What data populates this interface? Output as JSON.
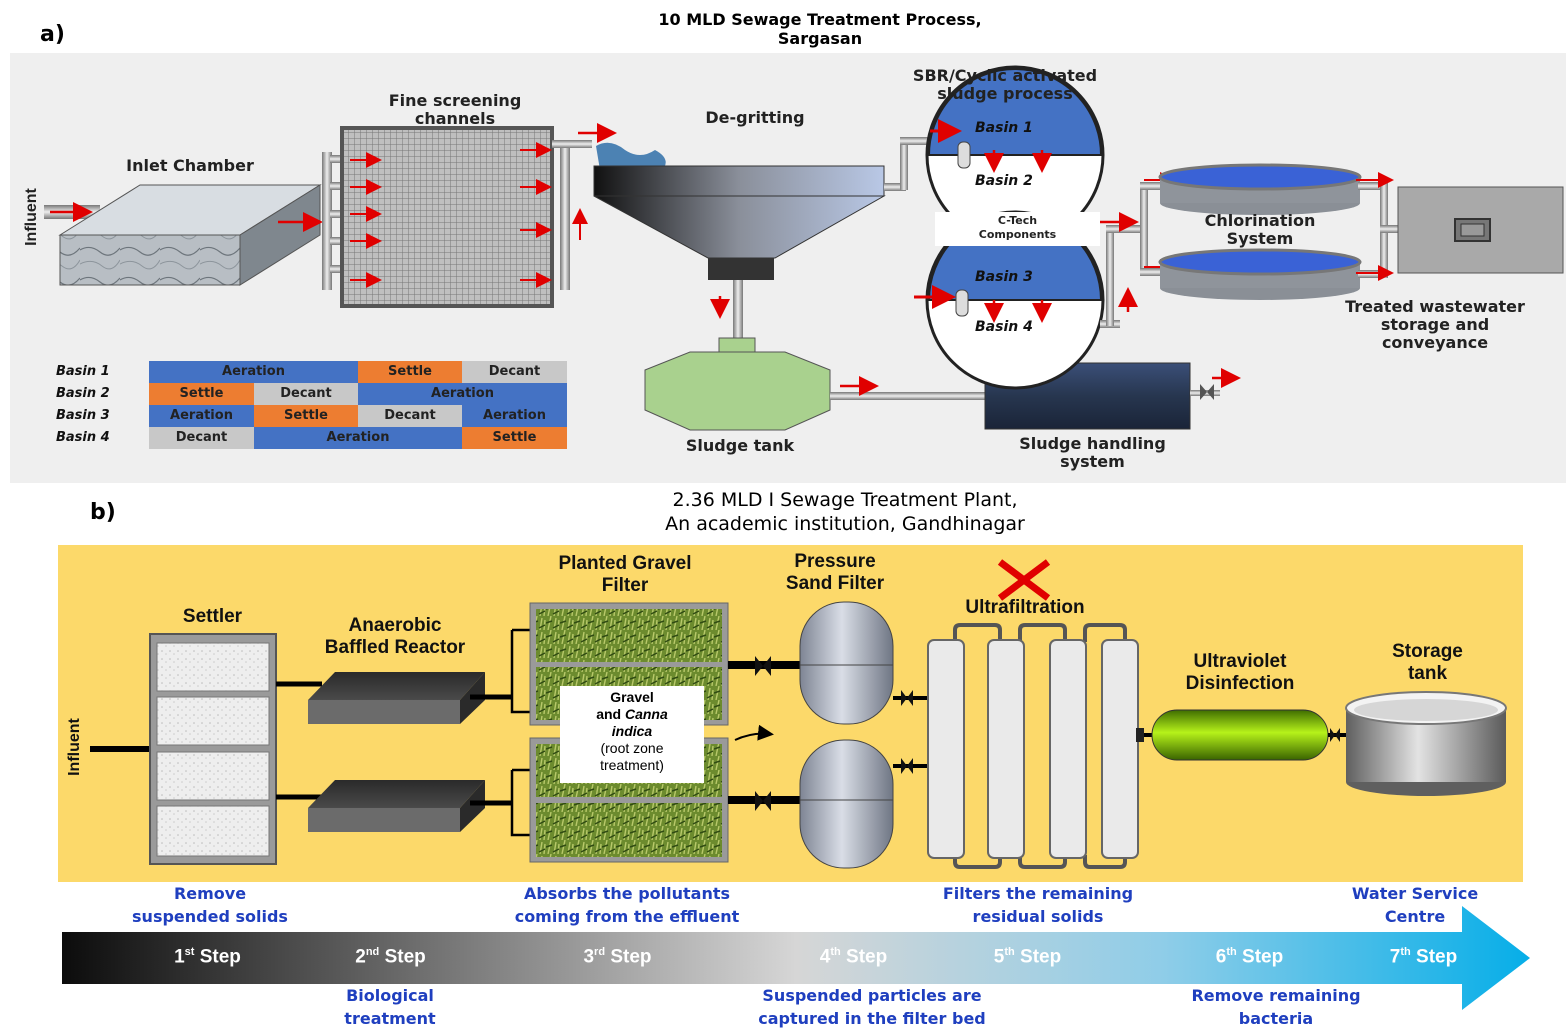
{
  "panel_a": {
    "label": "a)",
    "title_line1": "10 MLD Sewage Treatment Process,",
    "title_line2": "Sargasan",
    "influent": "Influent",
    "inlet_chamber": "Inlet Chamber",
    "fine_screening_1": "Fine screening",
    "fine_screening_2": "channels",
    "degritting": "De-gritting",
    "sbr_1": "SBR/Cyclic activated",
    "sbr_2": "sludge process",
    "basin1": "Basin 1",
    "basin2": "Basin 2",
    "basin3": "Basin 3",
    "basin4": "Basin 4",
    "ctech_1": "C-Tech",
    "ctech_2": "Components",
    "chlorination_1": "Chlorination",
    "chlorination_2": "System",
    "treated_1": "Treated wastewater",
    "treated_2": "storage and",
    "treated_3": "conveyance",
    "sludge_tank": "Sludge tank",
    "sludge_handling_1": "Sludge handling",
    "sludge_handling_2": "system",
    "schedule": {
      "rows": [
        {
          "label": "Basin 1",
          "phases": [
            "Aeration",
            "Settle",
            "Decant"
          ]
        },
        {
          "label": "Basin 2",
          "phases": [
            "Settle",
            "Decant",
            "Aeration"
          ]
        },
        {
          "label": "Basin 3",
          "phases": [
            "Aeration",
            "Settle",
            "Decant",
            "Aeration"
          ]
        },
        {
          "label": "Basin 4",
          "phases": [
            "Decant",
            "Aeration",
            "Settle"
          ]
        }
      ]
    },
    "colors": {
      "aeration": "#4472c4",
      "settle": "#ed7d31",
      "decant": "#c8c8c8",
      "arrow": "#e00000"
    }
  },
  "panel_b": {
    "label": "b)",
    "title_line1": "2.36 MLD I Sewage Treatment Plant,",
    "title_line2": "An academic institution, Gandhinagar",
    "influent": "Influent",
    "settler": "Settler",
    "abr_1": "Anaerobic",
    "abr_2": "Baffled Reactor",
    "pgf_1": "Planted Gravel",
    "pgf_2": "Filter",
    "psf_1": "Pressure",
    "psf_2": "Sand Filter",
    "uf": "Ultrafiltration",
    "uv_1": "Ultraviolet",
    "uv_2": "Disinfection",
    "storage_1": "Storage",
    "storage_2": "tank",
    "gravel_1": "Gravel",
    "gravel_2a": "and ",
    "gravel_2b": "Canna",
    "gravel_3": "indica",
    "gravel_4": "(root zone",
    "gravel_5": "treatment)",
    "background": "#fcd96a"
  },
  "steps": {
    "top_notes": [
      {
        "l1": "Remove",
        "l2": "suspended solids"
      },
      {
        "l1": "Absorbs the pollutants",
        "l2": "coming from the effluent"
      },
      {
        "l1": "Filters the remaining",
        "l2": "residual solids"
      },
      {
        "l1": "Water Service",
        "l2": "Centre"
      }
    ],
    "bottom_notes": [
      {
        "l1": "Biological",
        "l2": "treatment"
      },
      {
        "l1": "Suspended particles are",
        "l2": "captured in the filter bed"
      },
      {
        "l1": "Remove remaining",
        "l2": "bacteria"
      }
    ],
    "items": [
      {
        "n": "1",
        "sup": "st",
        "word": "Step"
      },
      {
        "n": "2",
        "sup": "nd",
        "word": "Step"
      },
      {
        "n": "3",
        "sup": "rd",
        "word": "Step"
      },
      {
        "n": "4",
        "sup": "th",
        "word": "Step"
      },
      {
        "n": "5",
        "sup": "th",
        "word": "Step"
      },
      {
        "n": "6",
        "sup": "th",
        "word": "Step"
      },
      {
        "n": "7",
        "sup": "th",
        "word": "Step"
      }
    ],
    "note_color": "#1f3fbf"
  }
}
